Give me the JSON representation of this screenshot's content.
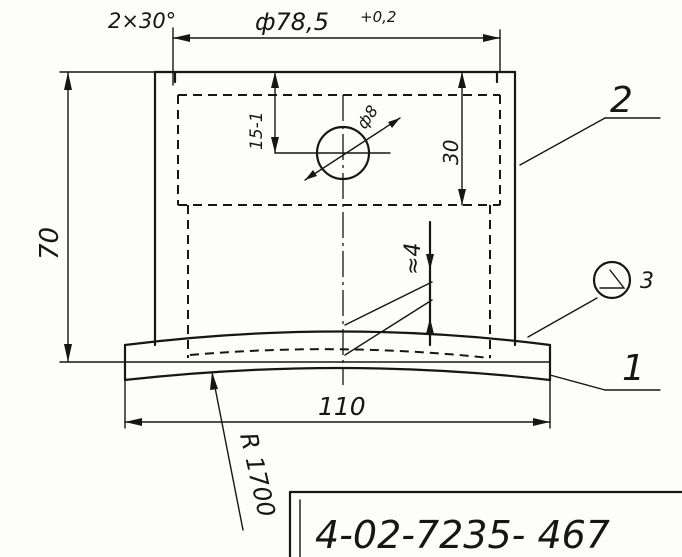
{
  "drawing": {
    "chamfer_label": "2×30°",
    "diameter_label": "ф78,5",
    "tolerance_label": "+0,2",
    "height_label": "70",
    "depth_label": "15-1",
    "hole_label": "ф8",
    "pocket_depth_label": "30",
    "surface_label": "≈4",
    "width_label": "110",
    "radius_label": "R 1700",
    "callout_1": "1",
    "callout_2": "2",
    "callout_3": "3",
    "drawing_number": "4-02-7235- 467"
  },
  "colors": {
    "ink": "#161616",
    "paper": "#fdfdfb"
  }
}
